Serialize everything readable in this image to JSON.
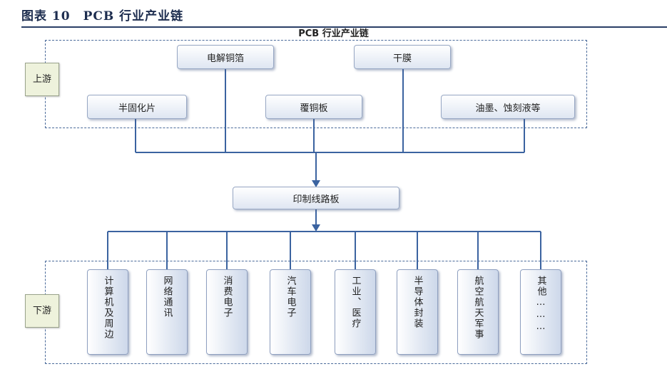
{
  "figure": {
    "title": "图表 10　PCB 行业产业链"
  },
  "diagram": {
    "title": "PCB 行业产业链",
    "upstream": {
      "label": "上游",
      "row1": [
        "电解铜箔",
        "干膜"
      ],
      "row2": [
        "半固化片",
        "覆铜板",
        "油墨、蚀刻液等"
      ]
    },
    "center": {
      "label": "印制线路板"
    },
    "downstream": {
      "label": "下游",
      "items": [
        "计算机及周边",
        "网络通讯",
        "消费电子",
        "汽车电子",
        "工业、医疗",
        "半导体封装",
        "航空航天军事",
        "其他………"
      ]
    }
  },
  "colors": {
    "connector": "#3b63a0",
    "title": "#1d2d4f",
    "zone_border": "#4a6a9a"
  }
}
